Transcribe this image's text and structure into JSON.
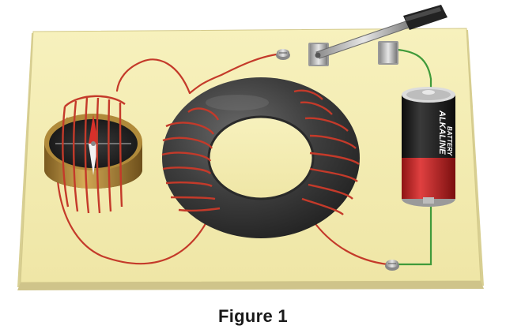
{
  "figure": {
    "caption": "Figure 1"
  },
  "battery": {
    "brand_label": "ALKALINE",
    "type_label": "BATTERY"
  },
  "colors": {
    "board": "#f4eeb0",
    "board_edge": "#c9c08a",
    "copper_wire": "#c43a2a",
    "green_wire": "#3f9a3a",
    "toroid_core": "#3b3b3b",
    "battery_red": "#c22424",
    "battery_black": "#1d1d1d",
    "compass_brass": "#b08a3a"
  },
  "icons": {
    "compass": "compass-icon",
    "battery": "battery-icon",
    "switch": "knife-switch-icon",
    "toroid": "toroid-coil-icon"
  }
}
